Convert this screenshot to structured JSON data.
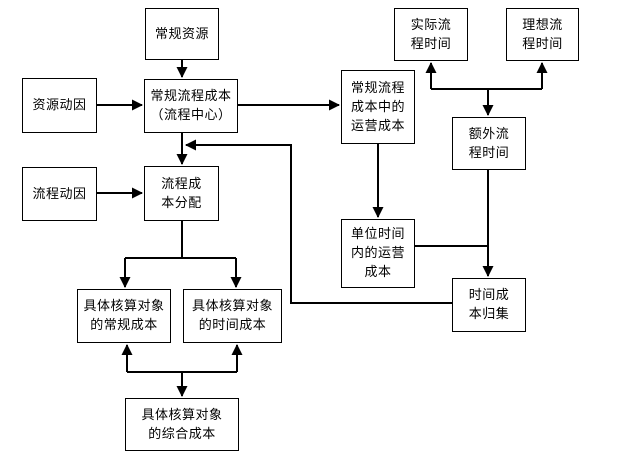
{
  "colors": {
    "background": "#ffffff",
    "box_border": "#000000",
    "line": "#000000",
    "text": "#000000"
  },
  "boxes": {
    "regular_resources": {
      "label": "常规资源"
    },
    "resource_driver": {
      "label": "资源动因"
    },
    "regular_process_cost": {
      "label": "常规流程成本\n（流程中心）"
    },
    "process_driver": {
      "label": "流程动因"
    },
    "process_cost_allocation": {
      "label": "流程成\n本分配"
    },
    "actual_process_time": {
      "label": "实际流\n程时间"
    },
    "ideal_process_time": {
      "label": "理想流\n程时间"
    },
    "regular_process_operating_cost": {
      "label": "常规流程\n成本中的\n运营成本"
    },
    "extra_process_time": {
      "label": "额外流\n程时间"
    },
    "unit_time_operating_cost": {
      "label": "单位时间\n内的运营\n成本"
    },
    "time_cost_accumulation": {
      "label": "时间成\n本归集"
    },
    "object_regular_cost": {
      "label": "具体核算对象\n的常规成本"
    },
    "object_time_cost": {
      "label": "具体核算对象\n的时间成本"
    },
    "object_combined_cost": {
      "label": "具体核算对象\n的综合成本"
    }
  },
  "edges": [
    {
      "from": "常规资源",
      "to": "常规流程成本（流程中心）"
    },
    {
      "from": "资源动因",
      "to": "常规流程成本（流程中心）"
    },
    {
      "from": "常规流程成本（流程中心）",
      "to": "常规流程成本中的运营成本"
    },
    {
      "from": "常规流程成本（流程中心）",
      "to": "流程成本分配"
    },
    {
      "from": "流程动因",
      "to": "流程成本分配"
    },
    {
      "from": "时间成本归集",
      "to": "流程成本分配（反馈）"
    },
    {
      "from": "流程成本分配",
      "to": "具体核算对象的常规成本"
    },
    {
      "from": "流程成本分配",
      "to": "具体核算对象的时间成本"
    },
    {
      "from": "时间分叉点",
      "to": "实际流程时间"
    },
    {
      "from": "时间分叉点",
      "to": "理想流程时间"
    },
    {
      "from": "时间分叉点",
      "to": "额外流程时间"
    },
    {
      "from": "常规流程成本中的运营成本",
      "to": "单位时间内的运营成本"
    },
    {
      "from": "额外流程时间",
      "to": "时间成本归集"
    },
    {
      "from": "单位时间内的运营成本",
      "to": "时间成本归集"
    },
    {
      "from": "具体核算对象的常规成本",
      "to": "具体核算对象的综合成本"
    },
    {
      "from": "具体核算对象的时间成本",
      "to": "具体核算对象的综合成本"
    }
  ]
}
